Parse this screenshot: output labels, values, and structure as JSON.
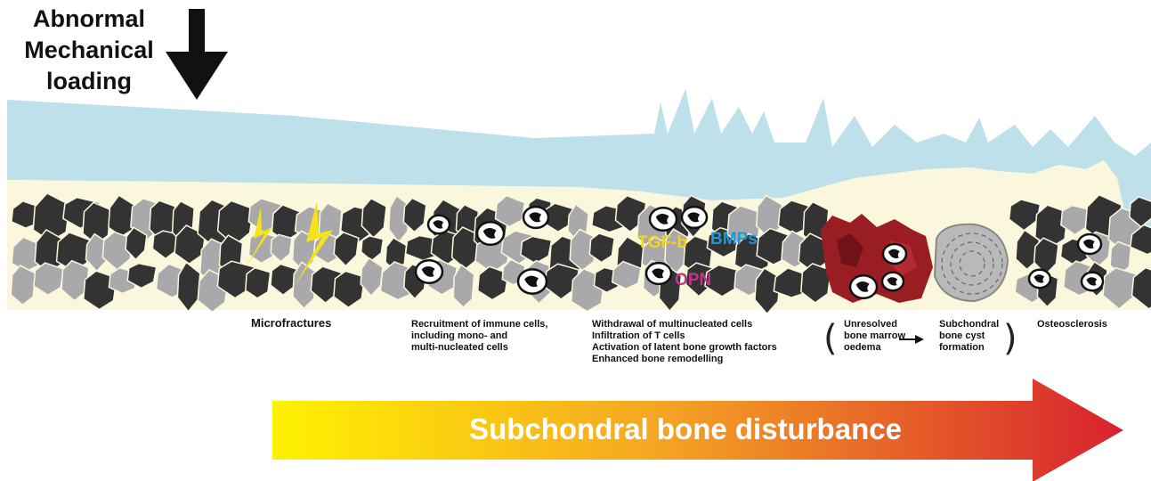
{
  "title": {
    "line1": "Abnormal",
    "line2": "Mechanical",
    "line3": "loading"
  },
  "growth_factors": {
    "tgfb": "TGF-b",
    "bmps": "BMPs",
    "opn": "OPN"
  },
  "captions": {
    "microfractures": "Microfractures",
    "recruitment": [
      "Recruitment of immune cells,",
      "including mono- and",
      "multi-nucleated cells"
    ],
    "withdrawal": [
      "Withdrawal of multinucleated cells",
      "Infiltration of T cells",
      "Activation of latent bone growth factors",
      "Enhanced bone remodelling"
    ],
    "oedema": [
      "Unresolved",
      "bone marrow",
      "oedema"
    ],
    "cyst": [
      "Subchondral",
      "bone cyst",
      "formation"
    ],
    "osteosclerosis": "Osteosclerosis"
  },
  "banner": {
    "label": "Subchondral bone disturbance"
  },
  "colors": {
    "cartilage": "#bde0ea",
    "marrow": "#fbf7dc",
    "bone_dark": "#333333",
    "bone_light": "#a9a9ab",
    "lightning": "#f5e21b",
    "oedema": "#9a1d24",
    "tgfb": "#f2d51a",
    "bmps": "#1e9bd7",
    "opn": "#c2338a",
    "gradient_start": "#fff200",
    "gradient_mid": "#f39c2a",
    "gradient_end": "#d8222e"
  }
}
